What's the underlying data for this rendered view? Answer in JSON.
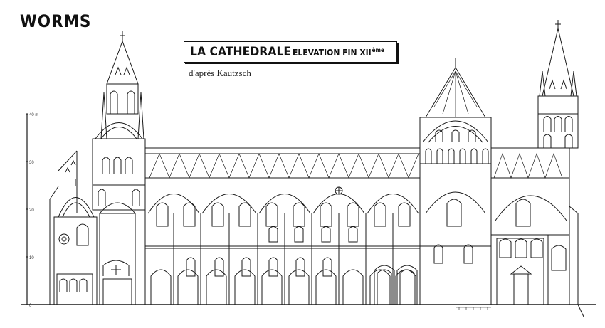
{
  "location_label": "WORMS",
  "title": {
    "main": "LA CATHEDRALE",
    "sub": "ELEVATION FIN XII",
    "sup": "ème"
  },
  "credit": "d'après Kautzsch",
  "scale": {
    "ticks": [
      "40 m",
      "30",
      "20",
      "10",
      "0"
    ]
  },
  "ink_color": "#1a1a1a"
}
